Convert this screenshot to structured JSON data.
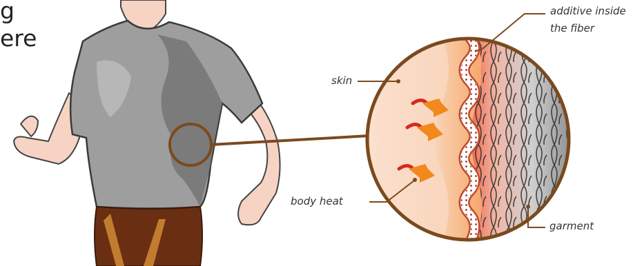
{
  "background_text": {
    "line1": "g",
    "line2": "ere"
  },
  "labels": {
    "additive": [
      "additive inside",
      "the fiber"
    ],
    "skin": "skin",
    "body_heat": "body heat",
    "garment": "garment"
  },
  "colors": {
    "shirt": "#9e9e9e",
    "shirt_dark": "#6f6f6f",
    "skin": "#f7d3c4",
    "pants": "#6a2f12",
    "leader": "#7a4a1e",
    "heat_arrow": "#f2881e",
    "wave": "#d2694a"
  }
}
